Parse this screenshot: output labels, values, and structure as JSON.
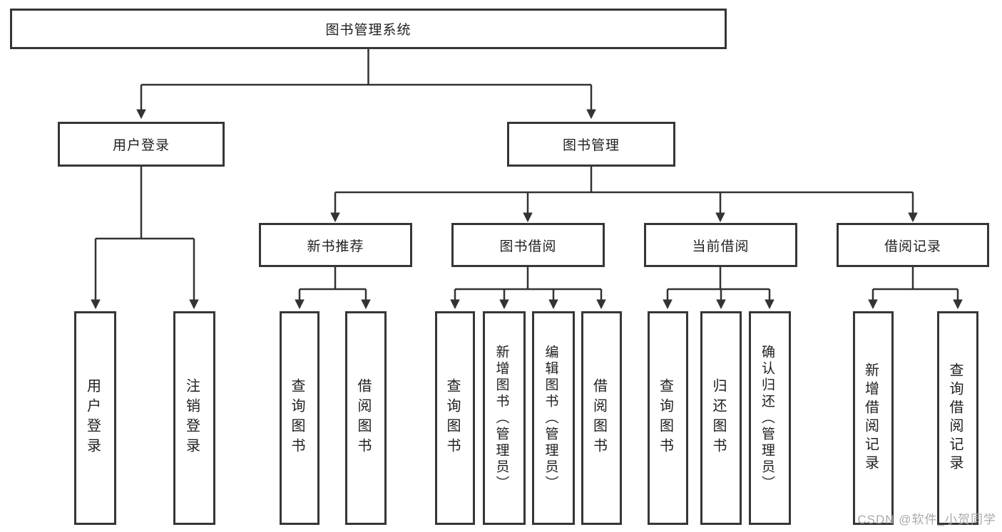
{
  "diagram": {
    "type": "hierarchy-tree",
    "colors": {
      "line": "#333333",
      "box_border": "#363636",
      "box_background": "#ffffff",
      "text": "#1f1f1f",
      "watermark": "#a9a9a9"
    },
    "tree": {
      "label": "图书管理系统",
      "children": [
        {
          "label": "用户登录",
          "children": [
            {
              "label": "用户登录"
            },
            {
              "label": "注销登录"
            }
          ]
        },
        {
          "label": "图书管理",
          "children": [
            {
              "label": "新书推荐",
              "children": [
                {
                  "label": "查询图书"
                },
                {
                  "label": "借阅图书"
                }
              ]
            },
            {
              "label": "图书借阅",
              "children": [
                {
                  "label": "查询图书"
                },
                {
                  "label": "新增图书（管理员）"
                },
                {
                  "label": "编辑图书（管理员）"
                },
                {
                  "label": "借阅图书"
                }
              ]
            },
            {
              "label": "当前借阅",
              "children": [
                {
                  "label": "查询图书"
                },
                {
                  "label": "归还图书"
                },
                {
                  "label": "确认归还（管理员）"
                }
              ]
            },
            {
              "label": "借阅记录",
              "children": [
                {
                  "label": "新增借阅记录"
                },
                {
                  "label": "查询借阅记录"
                }
              ]
            }
          ]
        }
      ]
    },
    "watermark": "CSDN @软件_小贺同学"
  }
}
